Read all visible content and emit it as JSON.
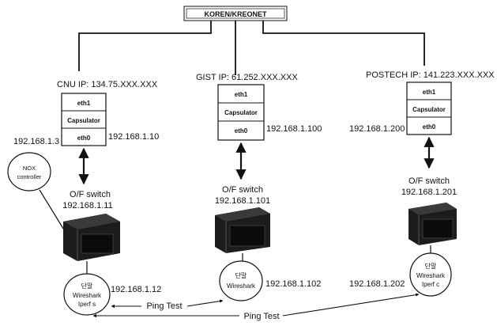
{
  "network": {
    "label": "KOREN/KREONET"
  },
  "sites": [
    {
      "title": "CNU IP: 134.75.XXX.XXX",
      "stack": [
        "eth1",
        "Capsulator",
        "eth0"
      ],
      "eth0_ip": "192.168.1.10",
      "switch_label": "O/F switch",
      "switch_ip": "192.168.1.11",
      "host_lines": [
        "단말",
        "Wireshark",
        "Iperf s"
      ],
      "host_ip": "192.168.1.12"
    },
    {
      "title": "GIST IP: 61.252.XXX.XXX",
      "stack": [
        "eth1",
        "Capsulator",
        "eth0"
      ],
      "eth0_ip": "192.168.1.100",
      "switch_label": "O/F switch",
      "switch_ip": "192.168.1.101",
      "host_lines": [
        "단말",
        "Wireshark"
      ],
      "host_ip": "192.168.1.102"
    },
    {
      "title": "POSTECH IP: 141.223.XXX.XXX",
      "stack": [
        "eth1",
        "Capsulator",
        "eth0"
      ],
      "eth0_ip": "192.168.1.200",
      "switch_label": "O/F switch",
      "switch_ip": "192.168.1.201",
      "host_lines": [
        "단말",
        "Wireshark",
        "Iperf c"
      ],
      "host_ip": "192.168.1.202"
    }
  ],
  "controller": {
    "lines": [
      "NOX",
      "controller"
    ],
    "ip": "192.168.1.3"
  },
  "ping_labels": [
    "Ping Test",
    "Ping Test"
  ]
}
